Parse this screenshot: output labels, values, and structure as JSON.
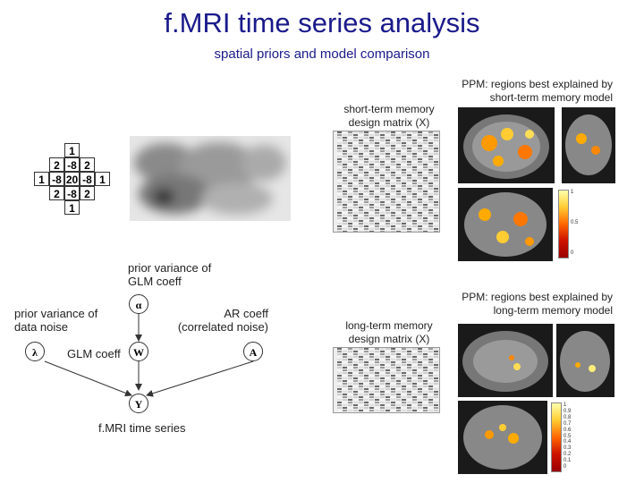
{
  "title": "f.MRI time series analysis",
  "subtitle": "spatial priors and model comparison",
  "stencil": {
    "rows": [
      [
        "",
        "",
        "1",
        "",
        ""
      ],
      [
        "",
        "2",
        "-8",
        "2",
        ""
      ],
      [
        "1",
        "-8",
        "20",
        "-8",
        "1"
      ],
      [
        "",
        "2",
        "-8",
        "2",
        ""
      ],
      [
        "",
        "",
        "1",
        "",
        ""
      ]
    ]
  },
  "panels": {
    "stm_ppm_label": "PPM: regions best explained by short-term memory model",
    "stm_matrix_label": "short-term memory design matrix (X)",
    "ltm_ppm_label": "PPM: regions best explained by long-term memory model",
    "ltm_matrix_label": "long-term memory design matrix (X)"
  },
  "colorbar_ticks_top": [
    "1",
    "0.5",
    "0"
  ],
  "colorbar_ticks_bottom": [
    "1",
    "0.9",
    "0.8",
    "0.7",
    "0.6",
    "0.5",
    "0.4",
    "0.3",
    "0.2",
    "0.1",
    "0"
  ],
  "graph": {
    "prior_glm_label": "prior variance of GLM coeff",
    "prior_data_label": "prior variance of data noise",
    "ar_label": "AR coeff (correlated noise)",
    "glm_label": "GLM coeff",
    "series_label": "f.MRI time series",
    "nodes": {
      "alpha": "α",
      "lambda": "λ",
      "w": "W",
      "a": "A",
      "y": "Y"
    }
  }
}
